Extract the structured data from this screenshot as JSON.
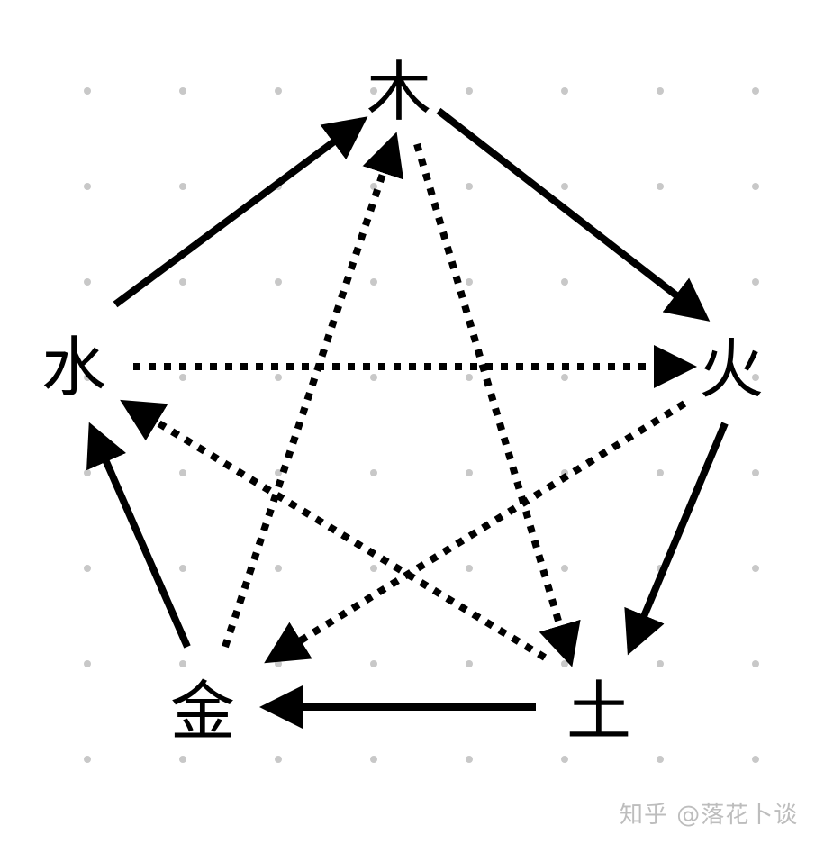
{
  "nodes": {
    "wood": "木",
    "fire": "火",
    "earth": "土",
    "metal": "金",
    "water": "水"
  },
  "watermark": "知乎 @落花卜谈",
  "colors": {
    "line": "#000000",
    "grid_dot": "#c8c8c8",
    "watermark": "#bdbdbd"
  },
  "edges": [
    {
      "from": "water",
      "to": "wood",
      "style": "solid"
    },
    {
      "from": "wood",
      "to": "fire",
      "style": "solid"
    },
    {
      "from": "fire",
      "to": "earth",
      "style": "solid"
    },
    {
      "from": "earth",
      "to": "metal",
      "style": "solid"
    },
    {
      "from": "metal",
      "to": "water",
      "style": "solid"
    },
    {
      "from": "water",
      "to": "fire",
      "style": "dotted"
    },
    {
      "from": "fire",
      "to": "metal",
      "style": "dotted"
    },
    {
      "from": "metal",
      "to": "wood",
      "style": "dotted"
    },
    {
      "from": "wood",
      "to": "earth",
      "style": "dotted"
    },
    {
      "from": "earth",
      "to": "water",
      "style": "dotted"
    }
  ]
}
